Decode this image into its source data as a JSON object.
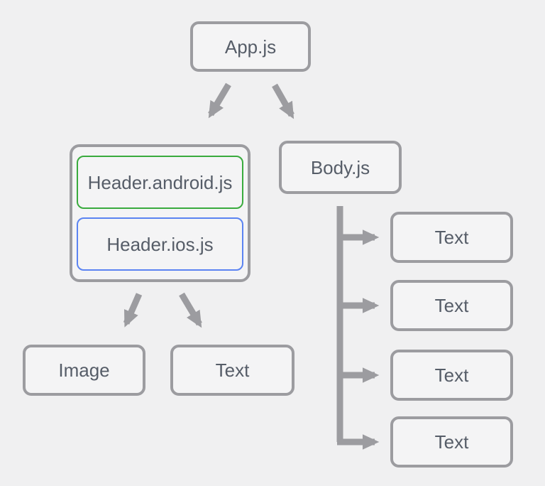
{
  "colors": {
    "bg": "#f0f0f1",
    "node_fill": "#f4f4f5",
    "stroke_gray": "#9c9ca0",
    "label_color": "#565d68",
    "android_green": "#3aab3e",
    "ios_blue": "#5b84f2"
  },
  "nodes": {
    "app": {
      "label": "App.js"
    },
    "header_android": {
      "label": "Header.android.js"
    },
    "header_ios": {
      "label": "Header.ios.js"
    },
    "body": {
      "label": "Body.js"
    },
    "image": {
      "label": "Image"
    },
    "header_text": {
      "label": "Text"
    },
    "body_children": [
      {
        "label": "Text"
      },
      {
        "label": "Text"
      },
      {
        "label": "Text"
      },
      {
        "label": "Text"
      }
    ]
  }
}
